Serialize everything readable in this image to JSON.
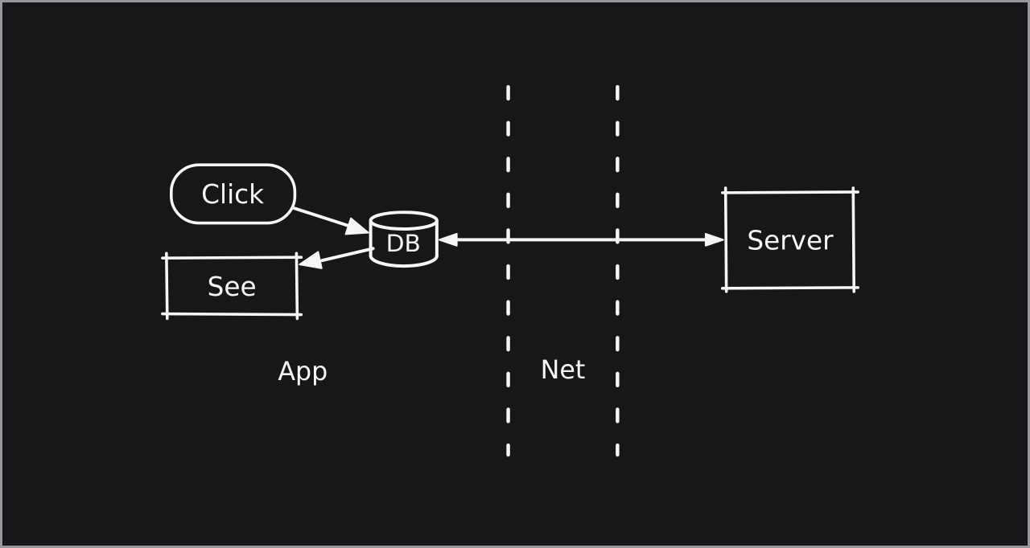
{
  "diagram": {
    "colors": {
      "background": "#17171a",
      "stroke": "#f6f6f6",
      "frame_border": "#96989c"
    },
    "nodes": {
      "click": {
        "label": "Click",
        "shape": "rounded-rectangle"
      },
      "see": {
        "label": "See",
        "shape": "rectangle"
      },
      "db": {
        "label": "DB",
        "shape": "cylinder"
      },
      "server": {
        "label": "Server",
        "shape": "rectangle"
      }
    },
    "zone_labels": {
      "app": {
        "label": "App"
      },
      "net": {
        "label": "Net"
      }
    },
    "edges": [
      {
        "from": "Click",
        "to": "DB",
        "arrow": "single",
        "style": "solid"
      },
      {
        "from": "DB",
        "to": "See",
        "arrow": "single",
        "style": "solid"
      },
      {
        "from": "DB",
        "to": "Server",
        "arrow": "double",
        "style": "solid"
      }
    ],
    "boundaries": [
      {
        "type": "vertical-dashed-line",
        "position": "left-of-net-zone"
      },
      {
        "type": "vertical-dashed-line",
        "position": "right-of-net-zone"
      }
    ]
  }
}
